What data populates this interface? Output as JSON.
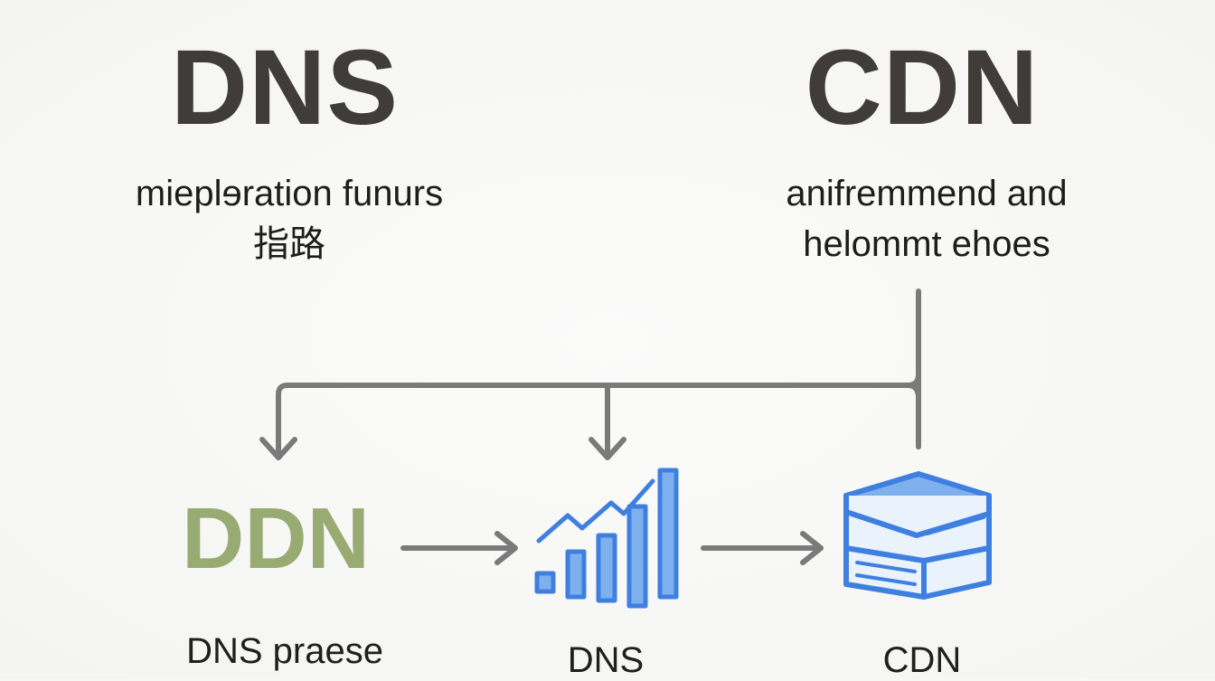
{
  "headings": {
    "dns": "DNS",
    "cdn": "CDN"
  },
  "descriptions": {
    "dns_line1": "mieplɘration funurs",
    "dns_line2": "指路",
    "cdn_line1": "anifremmend and",
    "cdn_line2": "helommt ehoes"
  },
  "nodes": {
    "ddn_label": "DDN",
    "ddn_caption": "DNS praese",
    "dns_caption": "DNS",
    "cdn_caption": "CDN"
  },
  "icons": {
    "middle": "bar-chart-trend-icon",
    "right": "book-stack-icon"
  },
  "colors": {
    "heading": "#3f3c39",
    "ddn_green": "#97ab72",
    "arrow_gray": "#7a7a7a",
    "icon_blue": "#3f7fe0",
    "icon_fill": "#7fb0ee"
  }
}
